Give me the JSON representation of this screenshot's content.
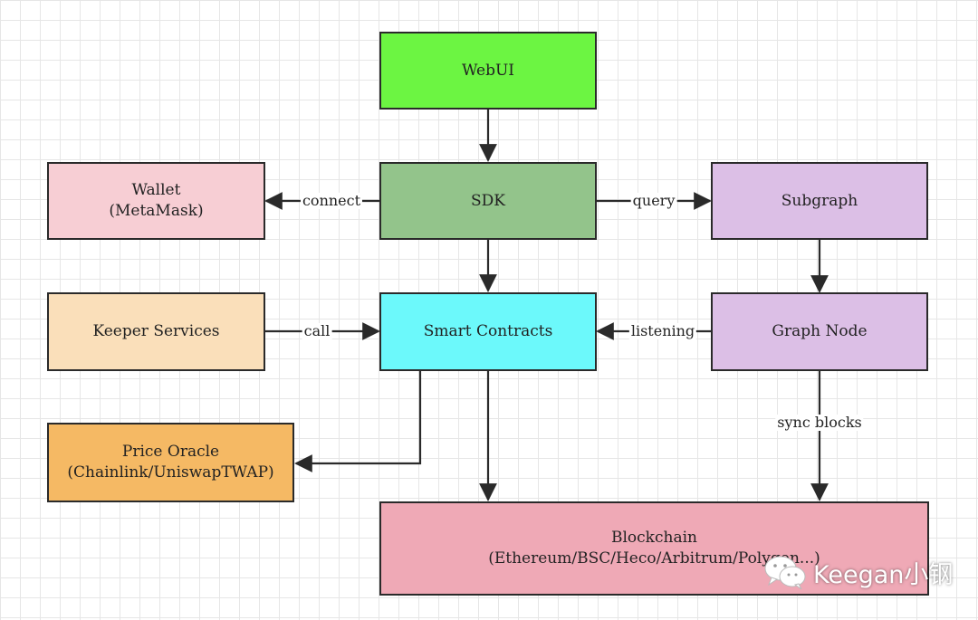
{
  "nodes": {
    "webui": {
      "lines": [
        "WebUI"
      ],
      "color": "#6cf542"
    },
    "sdk": {
      "lines": [
        "SDK"
      ],
      "color": "#93c48b"
    },
    "wallet": {
      "lines": [
        "Wallet",
        "(MetaMask)"
      ],
      "color": "#f7ced4"
    },
    "subgraph": {
      "lines": [
        "Subgraph"
      ],
      "color": "#dcbfe6"
    },
    "keeper": {
      "lines": [
        "Keeper Services"
      ],
      "color": "#fadfba"
    },
    "contracts": {
      "lines": [
        "Smart Contracts"
      ],
      "color": "#6cf9fb"
    },
    "graphnode": {
      "lines": [
        "Graph Node"
      ],
      "color": "#dcbfe6"
    },
    "oracle": {
      "lines": [
        "Price Oracle",
        "(Chainlink/UniswapTWAP)"
      ],
      "color": "#f5b964"
    },
    "blockchain": {
      "lines": [
        "Blockchain",
        "(Ethereum/BSC/Heco/Arbitrum/Polygon...)"
      ],
      "color": "#efa9b6"
    }
  },
  "edges": {
    "connect": "connect",
    "query": "query",
    "call": "call",
    "listening": "listening",
    "sync_blocks": "sync blocks"
  },
  "watermark": {
    "text": "Keegan小钢"
  }
}
